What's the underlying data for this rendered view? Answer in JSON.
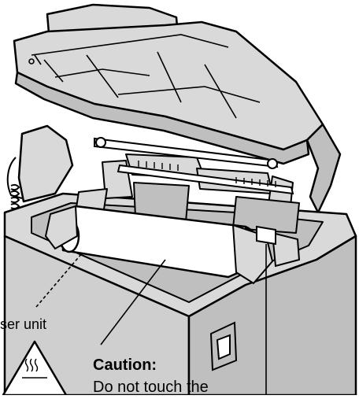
{
  "labels": {
    "part_label": "ser unit",
    "caution_heading": "Caution:",
    "caution_text": "Do not touch the"
  },
  "illustration": {
    "subject": "fax-machine-open-lid",
    "line_color": "#000000",
    "body_fill": "#d9d9d9",
    "dark_fill": "#bfbfbf",
    "film_fill": "#ffffff",
    "background": "#ffffff"
  },
  "icons": {
    "warning": "hot-surface-warning-icon"
  }
}
